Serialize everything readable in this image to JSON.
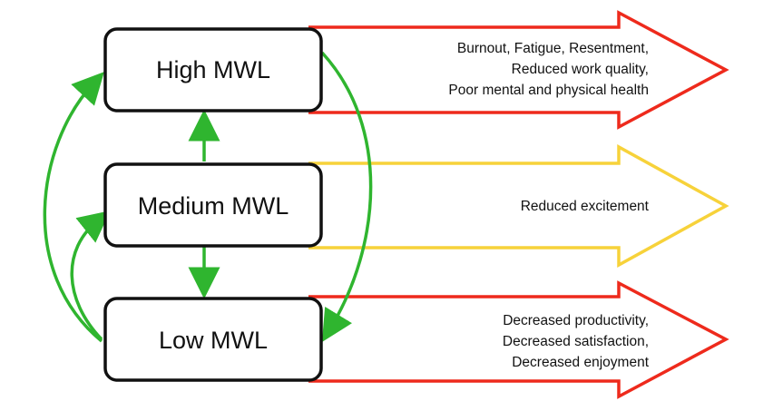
{
  "levels": {
    "high": {
      "label": "High MWL"
    },
    "medium": {
      "label": "Medium MWL"
    },
    "low": {
      "label": "Low MWL"
    }
  },
  "outcomes": {
    "high": {
      "lines": [
        "Burnout, Fatigue, Resentment,",
        "Reduced work quality,",
        "Poor mental and physical health"
      ],
      "color": "#ee2a1c"
    },
    "medium": {
      "lines": [
        "Reduced excitement"
      ],
      "color": "#f7d23a"
    },
    "low": {
      "lines": [
        "Decreased productivity,",
        "Decreased satisfaction,",
        "Decreased enjoyment"
      ],
      "color": "#ee2a1c"
    }
  },
  "transition_color": "#2fb52f"
}
